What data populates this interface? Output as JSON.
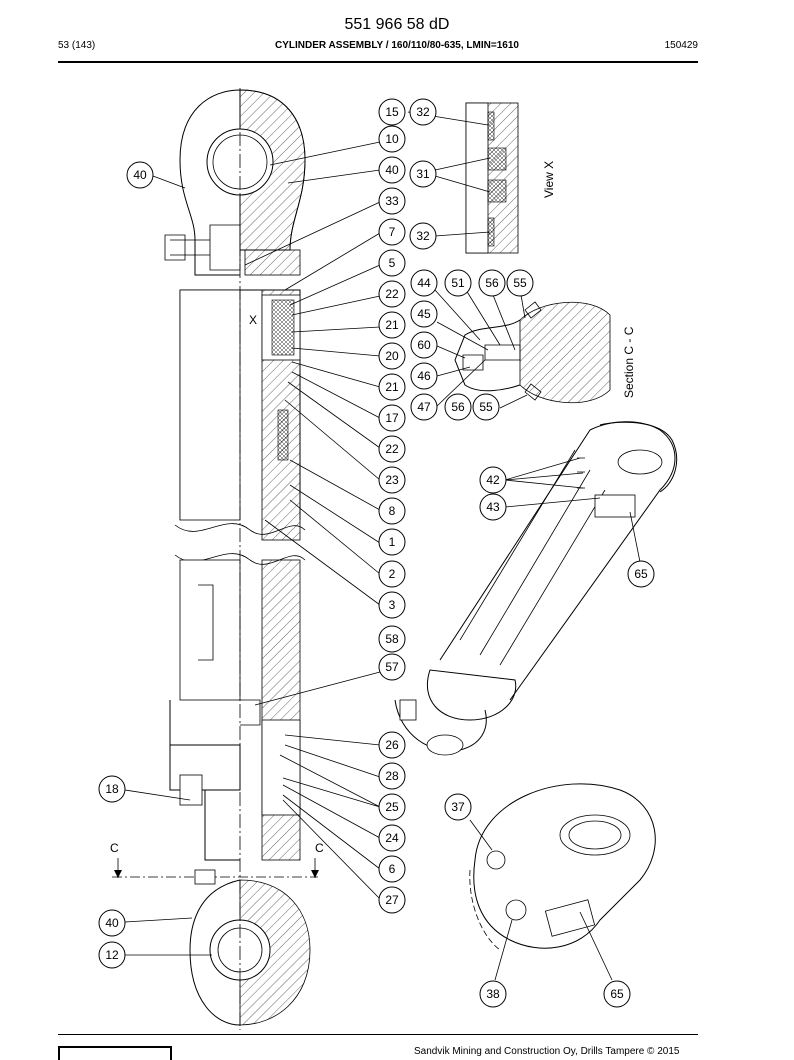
{
  "header": {
    "doc_number": "551 966 58 dD",
    "page": "53 (143)",
    "title": "CYLINDER ASSEMBLY / 160/110/80-635, LMIN=1610",
    "date": "150429"
  },
  "labels": {
    "view_x": "View X",
    "section_cc": "Section C - C",
    "x_marker": "X",
    "c_left": "C",
    "c_right": "C"
  },
  "callouts": [
    "15",
    "32",
    "10",
    "40",
    "40",
    "33",
    "7",
    "31",
    "32",
    "5",
    "44",
    "51",
    "56",
    "55",
    "22",
    "45",
    "21",
    "60",
    "20",
    "46",
    "21",
    "47",
    "56",
    "55",
    "17",
    "22",
    "23",
    "42",
    "8",
    "43",
    "1",
    "65",
    "2",
    "3",
    "58",
    "57",
    "26",
    "28",
    "18",
    "37",
    "25",
    "24",
    "6",
    "27",
    "40",
    "12",
    "38",
    "65"
  ],
  "footer": {
    "text": "Sandvik Mining and Construction Oy, Drills Tampere © 2015"
  }
}
